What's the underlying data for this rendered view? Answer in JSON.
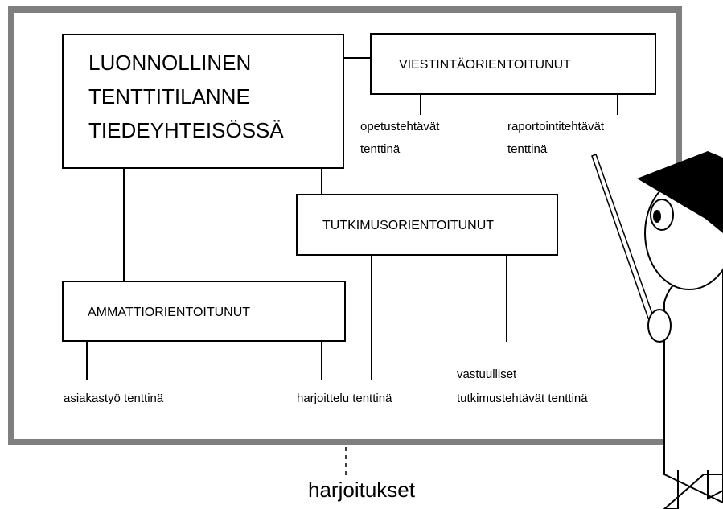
{
  "board": {
    "main_box": {
      "lines": [
        "LUONNOLLINEN",
        "TENTTITILANNE",
        "TIEDEYHTEISÖSSÄ"
      ]
    },
    "communication_box": {
      "label": "VIESTINTÄORIENTOITUNUT"
    },
    "research_box": {
      "label": "TUTKIMUSORIENTOITUNUT"
    },
    "professional_box": {
      "label": "AMMATTIORIENTOITUNUT"
    },
    "leaves": {
      "teaching": [
        "opetustehtävät",
        "tenttinä"
      ],
      "reporting": [
        "raportointitehtävät",
        "tenttinä"
      ],
      "client": "asiakastyö tenttinä",
      "practice": "harjoittelu tenttinä",
      "research_tasks": [
        "vastuulliset",
        "tutkimustehtävät tenttinä"
      ]
    }
  },
  "caption": "harjoitukset",
  "colors": {
    "board_frame": "#7f7f7f",
    "line": "#000000",
    "hat": "#000000"
  }
}
